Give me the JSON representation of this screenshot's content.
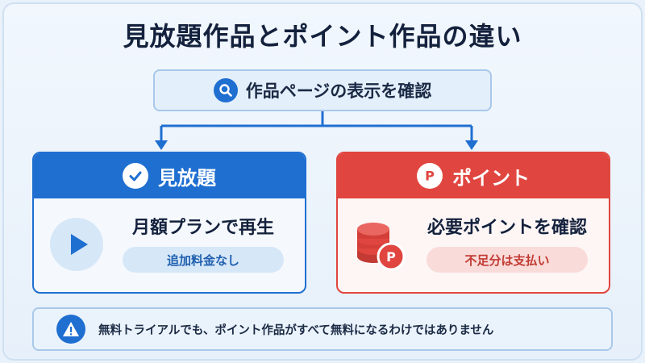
{
  "title": "見放題作品とポイント作品の違い",
  "top_box": {
    "label": "作品ページの表示を確認",
    "icon": "search-icon"
  },
  "cards": [
    {
      "header": "見放題",
      "header_icon": "check-icon",
      "main_text": "月額プランで再生",
      "pill": "追加料金なし",
      "body_icon": "play-icon",
      "color": "#1f6fd1"
    },
    {
      "header": "ポイント",
      "header_icon": "p-icon",
      "main_text": "必要ポイントを確認",
      "pill": "不足分は支払い",
      "body_icon": "coin-stack-icon",
      "color": "#e0463f"
    }
  ],
  "note": {
    "text": "無料トライアルでも、ポイント作品がすべて無料になるわけではありません",
    "icon": "warning-icon"
  }
}
